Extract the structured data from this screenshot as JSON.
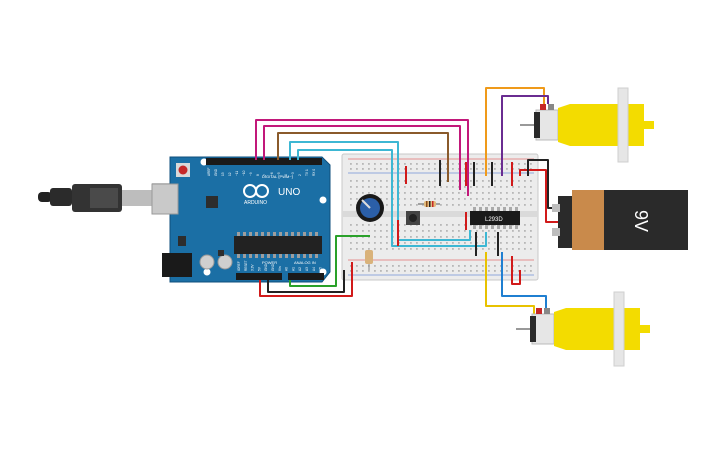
{
  "arduino": {
    "brand": "UNO",
    "logo_text": "ARDUINO",
    "digital_header": "DIGITAL (PWM~)",
    "power_header": "POWER",
    "analog_header": "ANALOG IN",
    "pin_labels_top": [
      "AREF",
      "GND",
      "13",
      "12",
      "~11",
      "~10",
      "~9",
      "8",
      "7",
      "~6",
      "~5",
      "4",
      "~3",
      "2",
      "TX 1",
      "RX 0"
    ],
    "pin_labels_bottom": [
      "IOREF",
      "RESET",
      "3.3V",
      "5V",
      "GND",
      "GND",
      "Vin",
      "A0",
      "A1",
      "A2",
      "A3",
      "A4",
      "A5"
    ]
  },
  "driver_chip": {
    "label": "L293D"
  },
  "battery": {
    "label": "9V"
  },
  "colors": {
    "board": "#1b6fa5",
    "motor": "#f3dc00",
    "battery_body": "#c98a4b",
    "battery_cap": "#2a2a2a",
    "wire_magenta": "#c2187a",
    "wire_brown": "#8a5a2b",
    "wire_cyan": "#3db7d3",
    "wire_orange": "#ef9a1a",
    "wire_purple": "#6a2c91",
    "wire_red": "#d11a1a",
    "wire_black": "#222222",
    "wire_green": "#2aa12a",
    "wire_yellow": "#e8c200",
    "wire_blue": "#1f7fd1"
  },
  "components": [
    "usb-cable",
    "arduino-uno",
    "breadboard",
    "potentiometer",
    "push-button",
    "resistor",
    "capacitor",
    "motor-driver",
    "battery-9v",
    "dc-motor-top",
    "dc-motor-bottom"
  ]
}
